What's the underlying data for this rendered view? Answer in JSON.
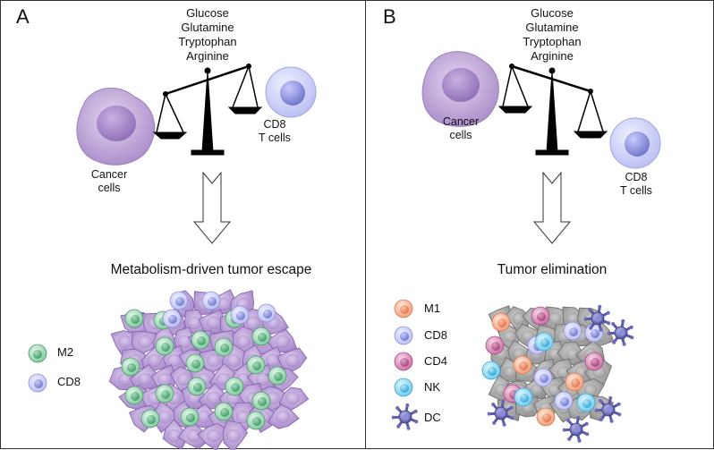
{
  "panels": [
    {
      "letter": "A",
      "nutrients": [
        "Glucose",
        "Glutamine",
        "Tryptophan",
        "Arginine"
      ],
      "cancer_label": [
        "Cancer",
        "cells"
      ],
      "tcell_label": [
        "CD8",
        "T cells"
      ],
      "outcome": "Metabolism-driven tumor escape",
      "legend": [
        "M2",
        "CD8"
      ]
    },
    {
      "letter": "B",
      "nutrients": [
        "Glucose",
        "Glutamine",
        "Tryptophan",
        "Arginine"
      ],
      "cancer_label": [
        "Cancer",
        "cells"
      ],
      "tcell_label": [
        "CD8",
        "T cells"
      ],
      "outcome": "Tumor elimination",
      "legend": [
        "M1",
        "CD8",
        "CD4",
        "NK",
        "DC"
      ]
    }
  ],
  "colors": {
    "cancer": "#b59ad1",
    "tcell": "#b9b9f0",
    "m2": "#6fbf8f",
    "m1": "#f3a27c",
    "cd4": "#c7669d",
    "nk": "#66c7ea",
    "dc": "#5a5aa8",
    "tumor_gray": "#9a9a9a"
  }
}
